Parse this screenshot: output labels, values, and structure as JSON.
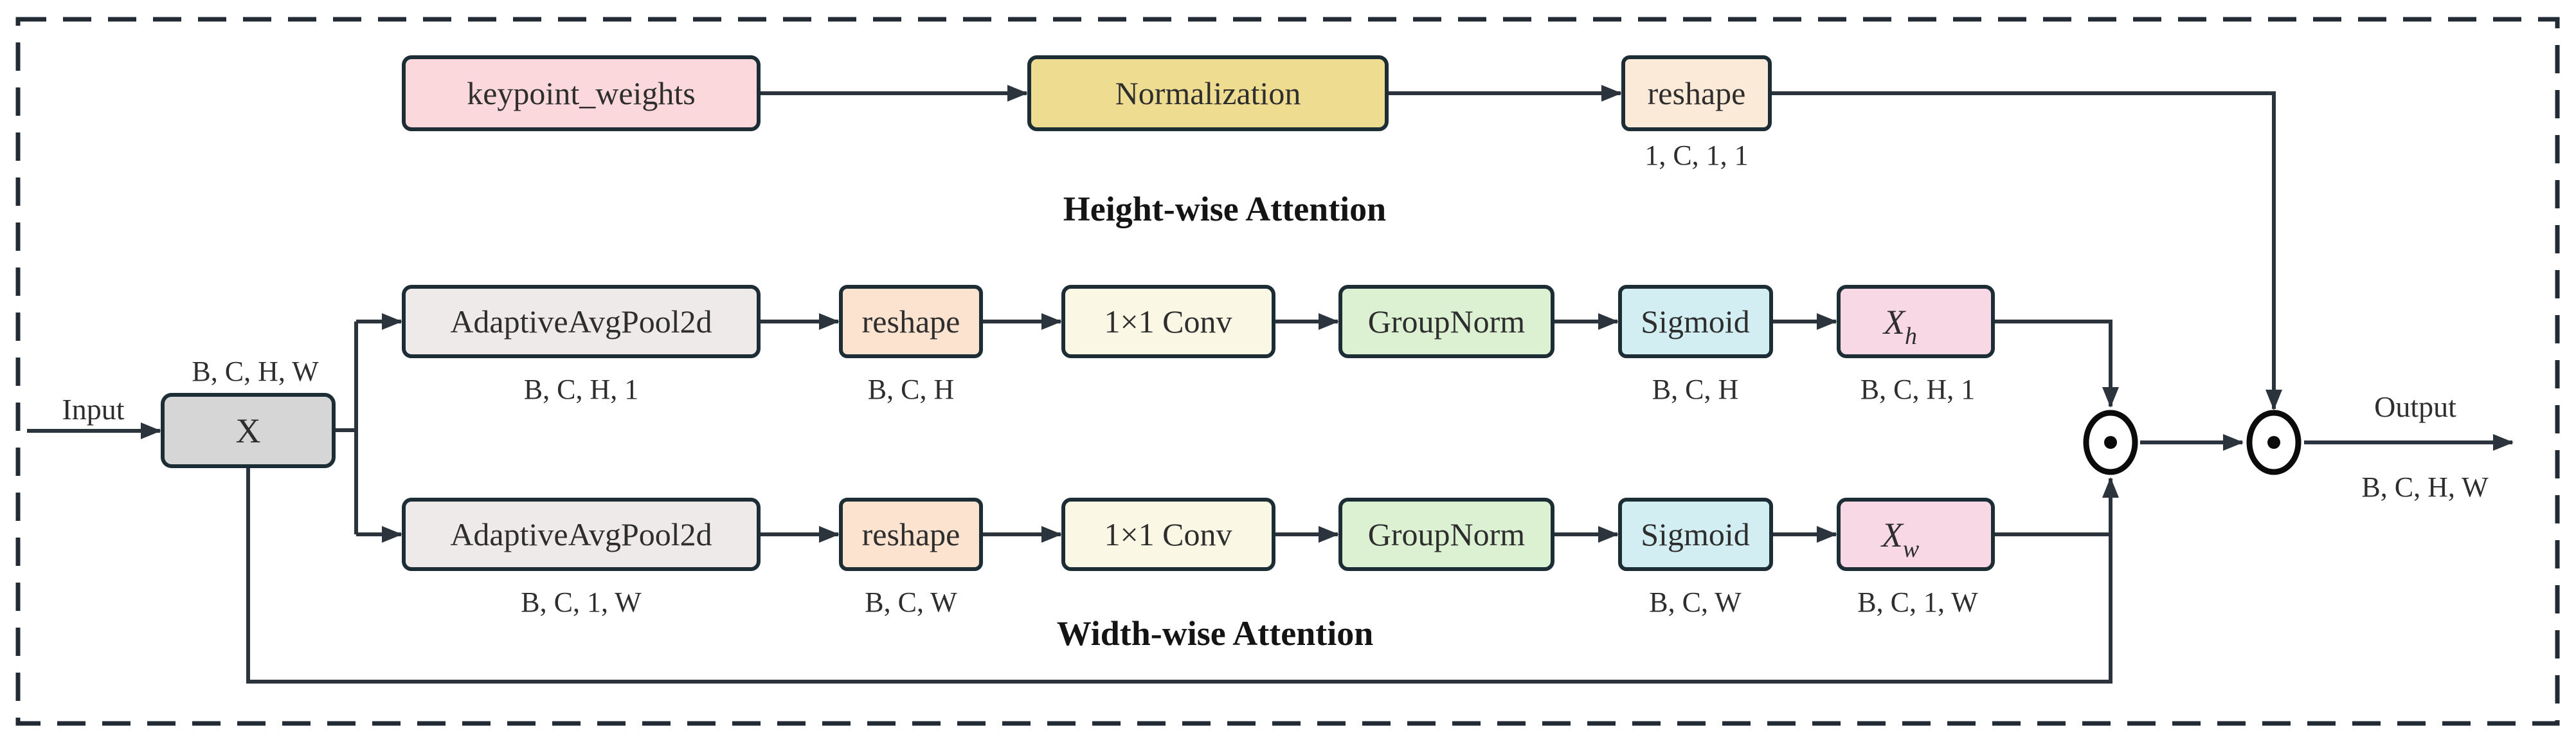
{
  "colors": {
    "background": "#ffffff",
    "stroke": "#2b343c",
    "box_border": "#1d2d36",
    "text": "#2e2e2e",
    "keypoint_weights": "#fbd8dc",
    "normalization": "#eedc90",
    "reshape_top": "#fcead9",
    "adaptive_pool": "#efeaea",
    "reshape_row": "#fbe3cf",
    "conv": "#faf7e4",
    "groupnorm": "#dcf0d2",
    "sigmoid": "#d2eef2",
    "x_attention": "#f9d8e6",
    "x_input": "#d6d6d6"
  },
  "titles": {
    "height": "Height-wise Attention",
    "width": "Width-wise Attention"
  },
  "io": {
    "input": "Input",
    "input_dims": "B, C, H, W",
    "x": "X",
    "output": "Output",
    "output_dims": "B, C, H, W"
  },
  "top_row": {
    "keypoint_weights": "keypoint_weights",
    "normalization": "Normalization",
    "reshape": "reshape",
    "reshape_dims": "1, C, 1, 1"
  },
  "height_branch": {
    "pool": "AdaptiveAvgPool2d",
    "pool_dims": "B, C, H, 1",
    "reshape": "reshape",
    "reshape_dims": "B, C, H",
    "conv": "1×1 Conv",
    "groupnorm": "GroupNorm",
    "sigmoid": "Sigmoid",
    "sigmoid_dims": "B, C, H",
    "x_base": "X",
    "x_sub": "h",
    "x_dims": "B, C, H, 1"
  },
  "width_branch": {
    "pool": "AdaptiveAvgPool2d",
    "pool_dims": "B, C, 1, W",
    "reshape": "reshape",
    "reshape_dims": "B, C, W",
    "conv": "1×1 Conv",
    "groupnorm": "GroupNorm",
    "sigmoid": "Sigmoid",
    "sigmoid_dims": "B, C, W",
    "x_base": "X",
    "x_sub": "w",
    "x_dims": "B, C, 1, W"
  }
}
